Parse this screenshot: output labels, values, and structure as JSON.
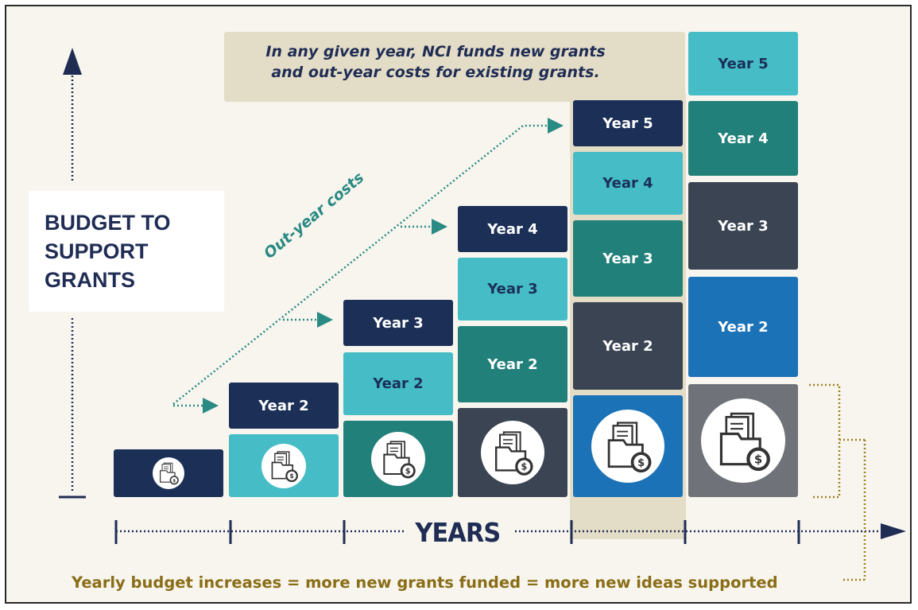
{
  "callout": {
    "line1": "In any given year, NCI funds new grants",
    "line2": "and out-year costs for existing grants."
  },
  "y_axis_label": {
    "line1": "BUDGET TO",
    "line2": "SUPPORT",
    "line3": "GRANTS"
  },
  "outyear_label": "Out-year costs",
  "x_axis_label": "YEARS",
  "footer": "Yearly budget increases = more new grants funded = more new ideas supported",
  "colors": {
    "navy": "#1b2f57",
    "cyan": "#45bcc6",
    "teal": "#22807a",
    "charcoal": "#3a4452",
    "blue": "#1b72b7",
    "gray": "#6f7379",
    "accent_gold": "#8a6d16",
    "accent_teal": "#2a8a84",
    "highlight": "#e3dcc6"
  },
  "columns": [
    {
      "new_grant_icon": "grant-folder-dollar-icon",
      "blocks": []
    },
    {
      "new_grant_icon": "grant-folder-dollar-icon",
      "blocks": [
        {
          "label": "Year 2"
        }
      ]
    },
    {
      "new_grant_icon": "grant-folder-dollar-icon",
      "blocks": [
        {
          "label": "Year 2"
        },
        {
          "label": "Year 3"
        }
      ]
    },
    {
      "new_grant_icon": "grant-folder-dollar-icon",
      "blocks": [
        {
          "label": "Year 2"
        },
        {
          "label": "Year 3"
        },
        {
          "label": "Year 4"
        }
      ]
    },
    {
      "new_grant_icon": "grant-folder-dollar-icon",
      "blocks": [
        {
          "label": "Year 2"
        },
        {
          "label": "Year 3"
        },
        {
          "label": "Year 4"
        },
        {
          "label": "Year 5"
        }
      ]
    },
    {
      "new_grant_icon": "grant-folder-dollar-icon",
      "blocks": [
        {
          "label": "Year 2"
        },
        {
          "label": "Year 3"
        },
        {
          "label": "Year 4"
        },
        {
          "label": "Year 5"
        }
      ]
    }
  ]
}
